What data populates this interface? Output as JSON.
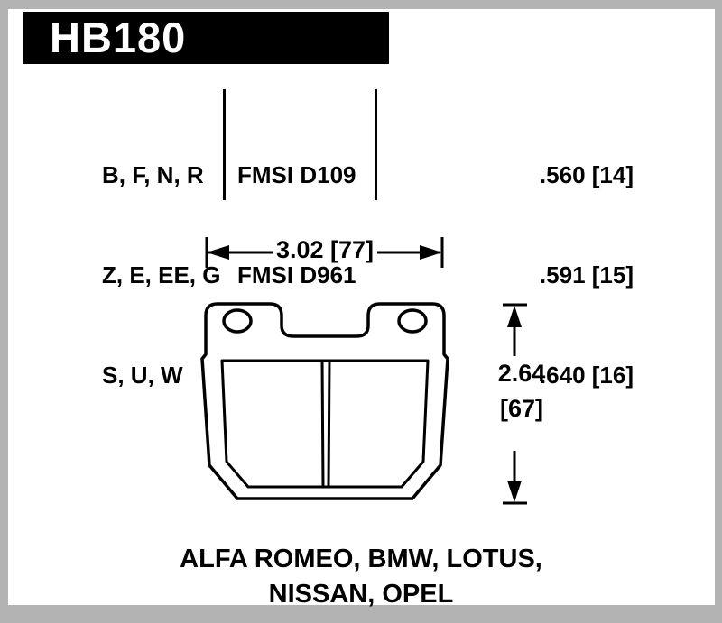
{
  "header": {
    "part_number": "HB180"
  },
  "spec_table": {
    "compound_codes": [
      "B, F, N, R",
      "Z, E, EE, G",
      "S, U, W"
    ],
    "fmsi_numbers": [
      "FMSI D109",
      "FMSI D961"
    ],
    "pad_thickness": [
      ".560 [14]",
      ".591 [15]",
      ".640 [16]"
    ]
  },
  "drawing": {
    "width_dimension": "3.02 [77]",
    "height_dimension_in": "2.64",
    "height_dimension_mm": "[67]"
  },
  "applications": {
    "line1": "ALFA ROMEO, BMW, LOTUS,",
    "line2": "NISSAN, OPEL"
  },
  "colors": {
    "ink": "#000000",
    "paper": "#ffffff",
    "border": "#b3b3b3"
  }
}
